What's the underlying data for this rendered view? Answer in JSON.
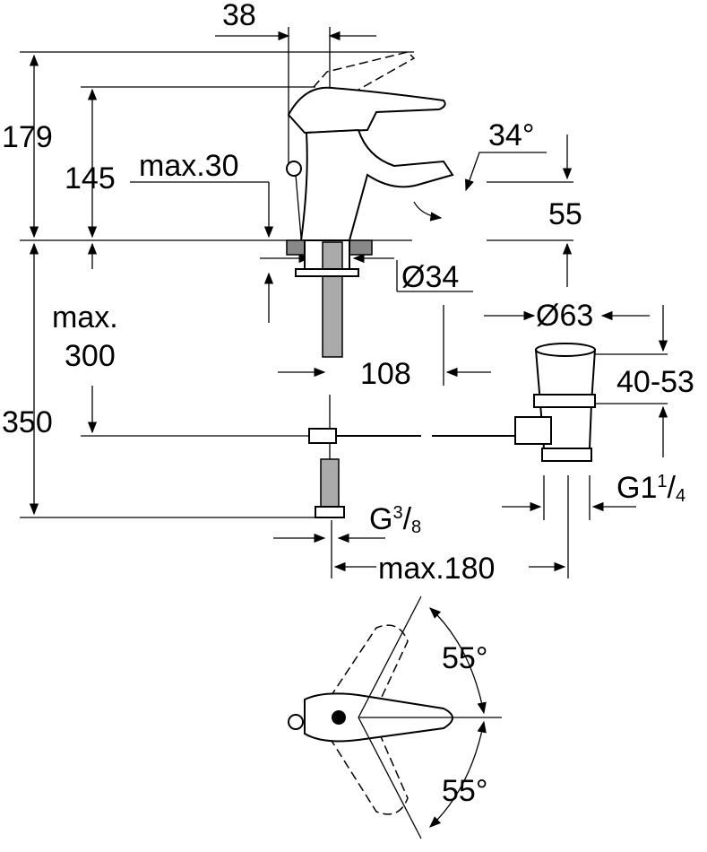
{
  "drawing": {
    "labels": {
      "d38": "38",
      "d179": "179",
      "d145": "145",
      "max30": "max.30",
      "a34": "34°",
      "d55": "55",
      "dia34": "Ø34",
      "dia63": "Ø63",
      "max": "max.",
      "d300": "300",
      "d108": "108",
      "d4053": "40-53",
      "d350": "350",
      "g1_main": "G1",
      "g1_num": "1",
      "g1_den": "4",
      "g38_main": "G",
      "g38_num": "3",
      "g38_den": "8",
      "max180": "max.180",
      "a55_top": "55°",
      "a55_bottom": "55°"
    },
    "colors": {
      "line": "#000000",
      "background": "#ffffff"
    }
  }
}
